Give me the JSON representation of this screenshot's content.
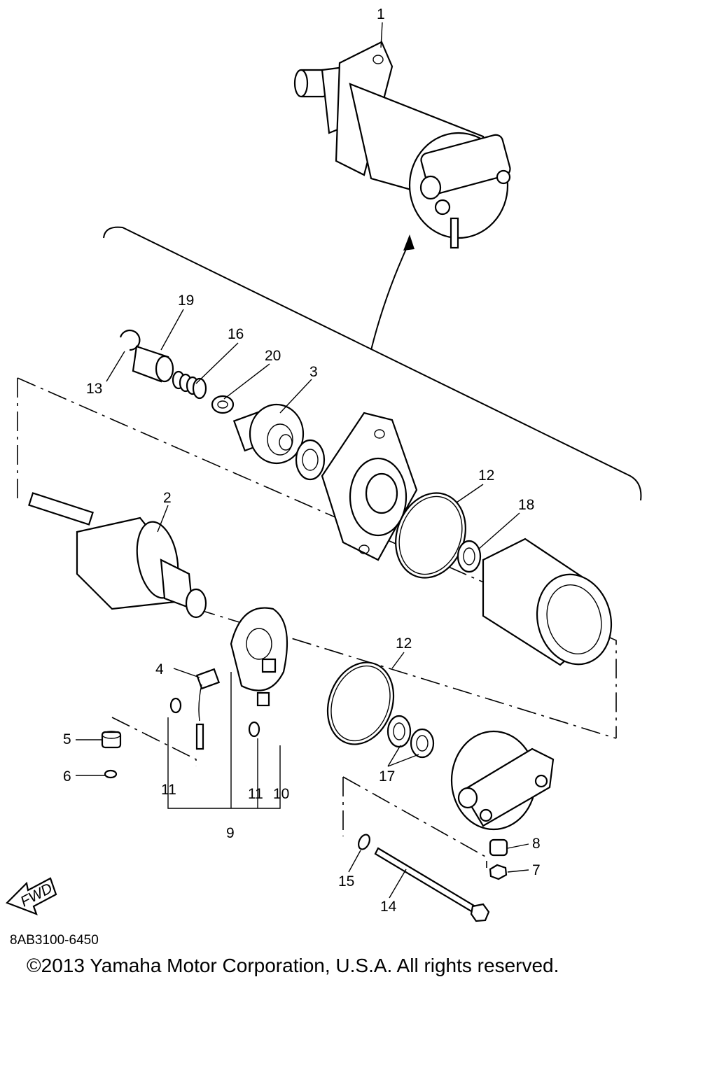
{
  "diagram": {
    "part_number": "8AB3100-6450",
    "copyright": "©2013 Yamaha Motor Corporation, U.S.A. All rights reserved.",
    "fwd_label": "FWD",
    "callouts": [
      "1",
      "2",
      "3",
      "4",
      "5",
      "6",
      "7",
      "8",
      "9",
      "10",
      "11",
      "11",
      "12",
      "12",
      "13",
      "14",
      "15",
      "16",
      "17",
      "18",
      "19",
      "20"
    ]
  }
}
